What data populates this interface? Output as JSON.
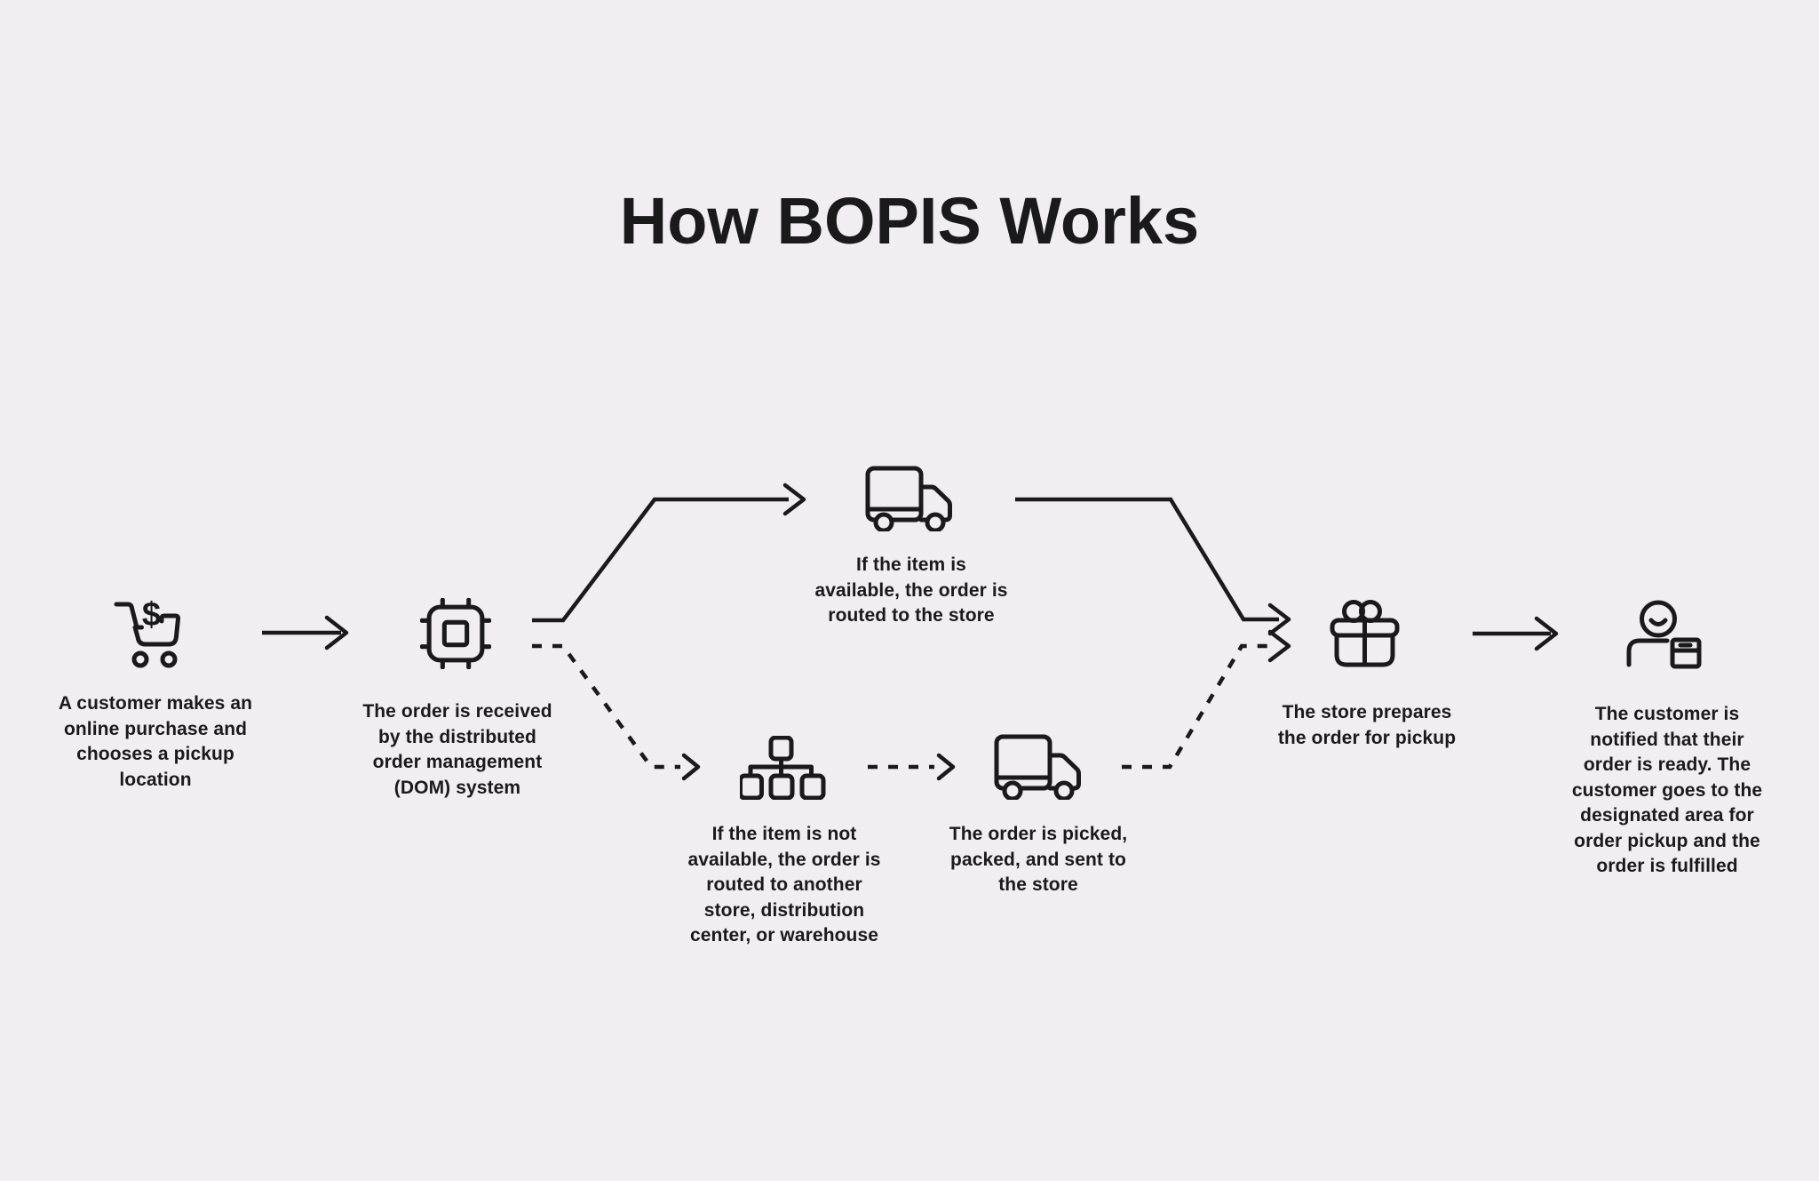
{
  "title": "How BOPIS Works",
  "colors": {
    "background": "#f0edf3",
    "ink": "#1a1a1c"
  },
  "icons": {
    "cart_currency": "$"
  },
  "steps": [
    {
      "id": "purchase",
      "icon": "shopping-cart-icon",
      "caption": "A customer makes an\nonline purchase and\nchooses a pickup\nlocation"
    },
    {
      "id": "dom-system",
      "icon": "chip-icon",
      "caption": "The order is received\nby the distributed\norder management\n(DOM) system"
    },
    {
      "id": "item-available",
      "icon": "delivery-truck-icon",
      "caption": "If the item is\navailable, the order is\nrouted to the store"
    },
    {
      "id": "item-unavailable",
      "icon": "hierarchy-icon",
      "caption": "If the item is not\navailable, the order is\nrouted to another\nstore, distribution\ncenter, or warehouse"
    },
    {
      "id": "transfer",
      "icon": "delivery-truck-icon",
      "caption": "The order is picked,\npacked, and sent to\nthe store"
    },
    {
      "id": "prepare",
      "icon": "gift-box-icon",
      "caption": "The store prepares\nthe order for pickup"
    },
    {
      "id": "pickup",
      "icon": "customer-pickup-icon",
      "caption": "The customer is\nnotified that their\norder is ready. The\ncustomer goes to the\ndesignated area for\norder pickup and the\norder is fulfilled"
    }
  ]
}
